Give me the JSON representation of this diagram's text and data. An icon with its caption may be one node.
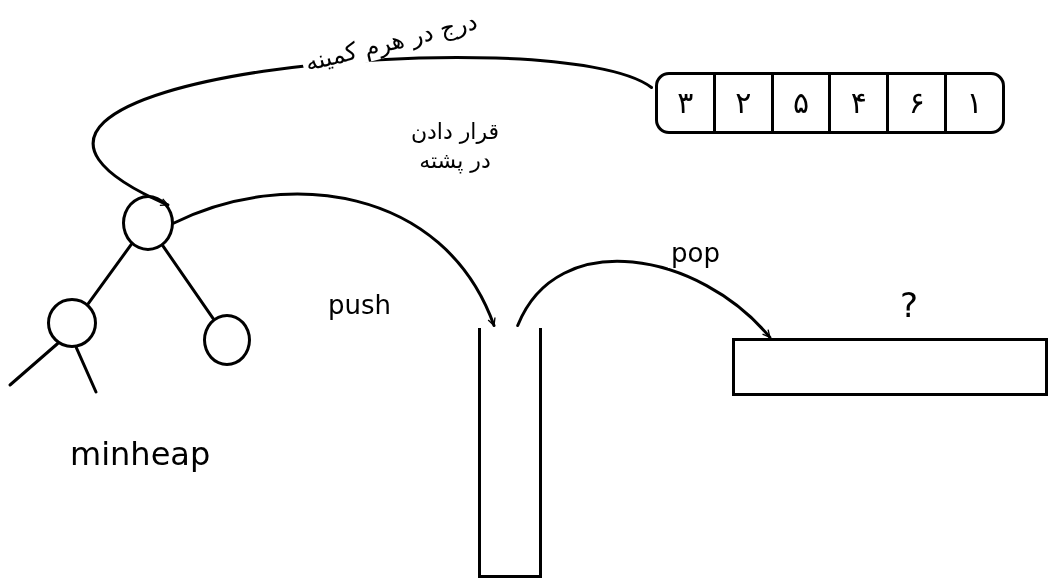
{
  "diagram": {
    "nodes": [
      {
        "text": [
          "۳",
          "۲",
          "۵",
          "۴",
          "۶",
          "۱"
        ]
      },
      {
        "text": [],
        "shape": "circle"
      },
      {
        "text": [],
        "shape": "circle"
      },
      {
        "text": [],
        "shape": "circle"
      },
      {
        "text": [],
        "shape": "box"
      },
      {
        "text": [],
        "shape": "bar",
        "beside": [
          "?"
        ]
      }
    ],
    "edges": [
      {
        "from": 0,
        "to": 1,
        "arrow": "to",
        "label": "درج در هرم کمینه"
      },
      {
        "from": 1,
        "to": 4,
        "arrow": "to",
        "label": "قرار دادن در پشته"
      },
      {
        "from": 4,
        "to": 5,
        "arrow": "to",
        "label": "pop"
      },
      {
        "from": 1,
        "to": 2,
        "arrow": "none"
      },
      {
        "from": 1,
        "to": 3,
        "arrow": "none"
      },
      {
        "from": 2,
        "to": null,
        "arrow": "none"
      },
      {
        "from": 2,
        "to": null,
        "arrow": "none"
      }
    ],
    "labels": [
      "push",
      "minheap"
    ]
  }
}
